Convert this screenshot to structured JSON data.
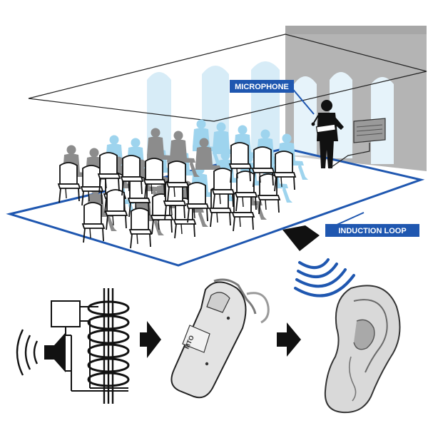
{
  "labels": {
    "microphone": "MICROPHONE",
    "induction_loop": "INDUCTION LOOP",
    "hearing_aid_switch": "MTO"
  },
  "colors": {
    "loop_blue": "#1f57b0",
    "label_bg": "#1f57b0",
    "listener_blue": "#9ed4ee",
    "seated_gray": "#8c8c8c",
    "wall_gray": "#b4b4b4",
    "window_blue": "#d7ecf7",
    "speaker_black": "#111111"
  },
  "icons": [
    "microphone-icon",
    "speaker-icon",
    "sound-wave-icon",
    "arrow-right-icon",
    "hearing-aid-icon",
    "ear-icon",
    "amplifier-coil-icon"
  ]
}
